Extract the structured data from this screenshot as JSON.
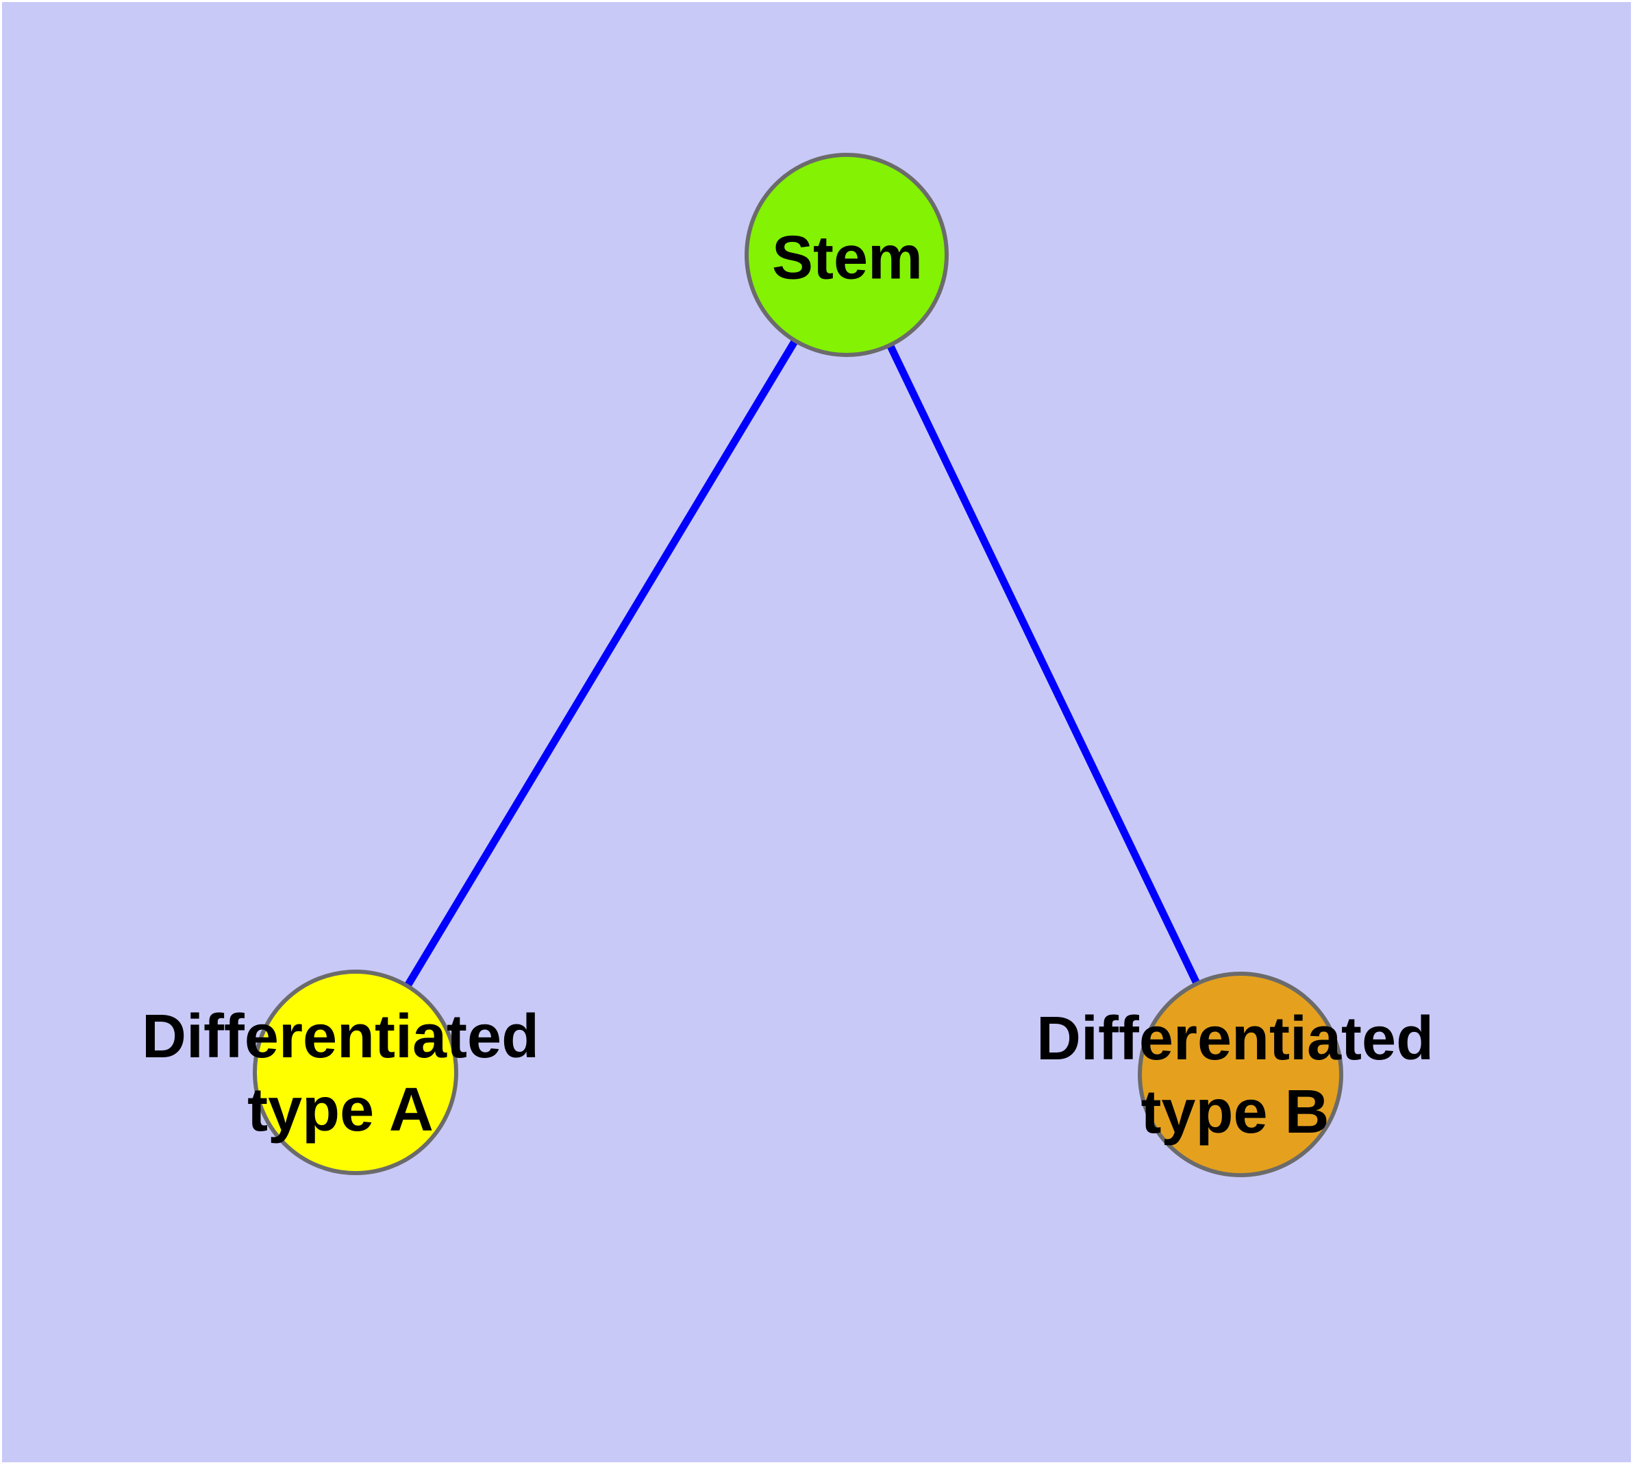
{
  "diagram": {
    "background_color": "#c9c9f8",
    "frame_color": "#ffffff",
    "edge_color": "#0000ff",
    "node_border_color": "#6b6b6b",
    "label_color": "#000000",
    "nodes": [
      {
        "id": "stem",
        "label": "Stem",
        "color": "#83f203"
      },
      {
        "id": "type-a",
        "label": "Differentiated\ntype A",
        "color": "#ffff00"
      },
      {
        "id": "type-b",
        "label": "Differentiated\ntype B",
        "color": "#e5a11e"
      }
    ],
    "edges": [
      {
        "from": "Stem",
        "to": "Differentiated type A"
      },
      {
        "from": "Stem",
        "to": "Differentiated type B"
      }
    ]
  }
}
